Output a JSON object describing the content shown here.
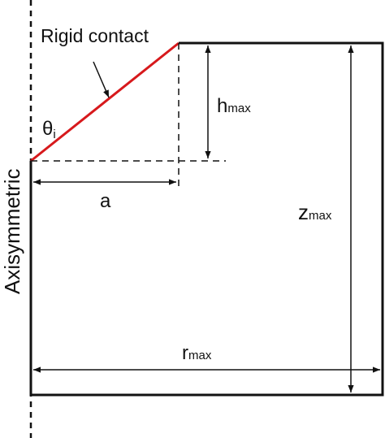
{
  "labels": {
    "contact": "Rigid contact",
    "theta": "θ",
    "theta_sub": "i",
    "h": "h",
    "h_sub": "max",
    "a": "a",
    "z": "z",
    "z_sub": "max",
    "r": "r",
    "r_sub": "max",
    "axis": "Axisymmetric"
  },
  "colors": {
    "indenter": "#d7191c",
    "lines": "#111111"
  }
}
